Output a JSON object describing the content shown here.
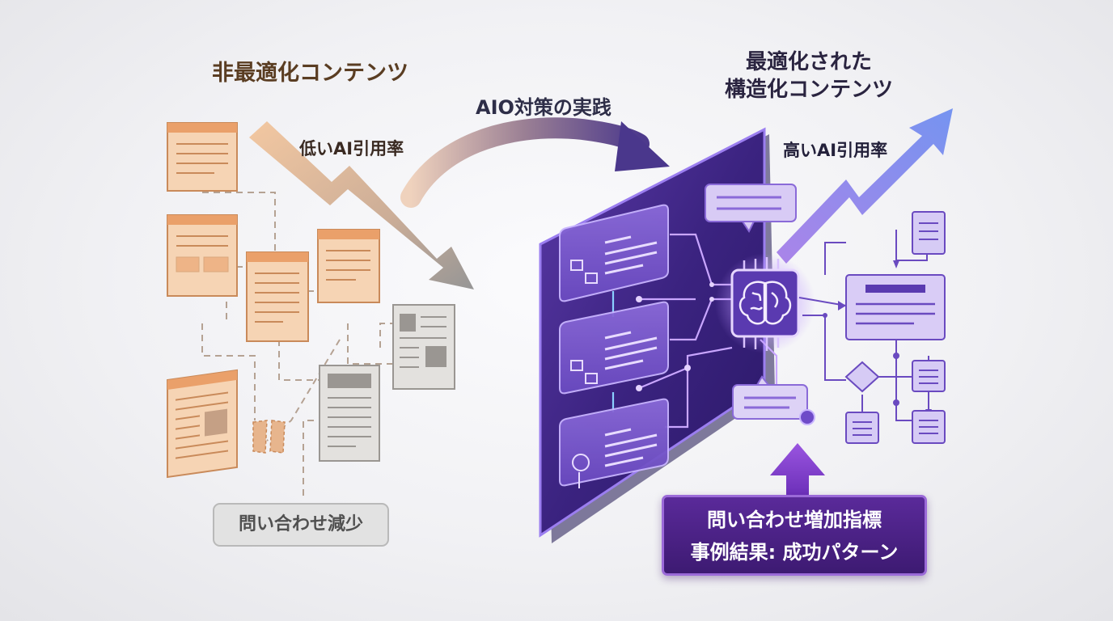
{
  "left": {
    "title": "非最適化コンテンツ",
    "rate_label": "低いAI引用率",
    "outcome": "問い合わせ減少"
  },
  "center": {
    "transition_label": "AIO対策の実践"
  },
  "right": {
    "title_line1": "最適化された",
    "title_line2": "構造化コンテンツ",
    "rate_label": "高いAI引用率",
    "result_line1": "問い合わせ増加指標",
    "result_line2": "事例結果: 成功パターン"
  },
  "colors": {
    "unoptimized_doc": "#f4c9a2",
    "unoptimized_border": "#c98a5a",
    "gray_doc": "#e0dfdd",
    "panel_purple": "#4a2a8e",
    "accent_violet": "#8b5cf6",
    "accent_blue": "#6e8ef0"
  }
}
